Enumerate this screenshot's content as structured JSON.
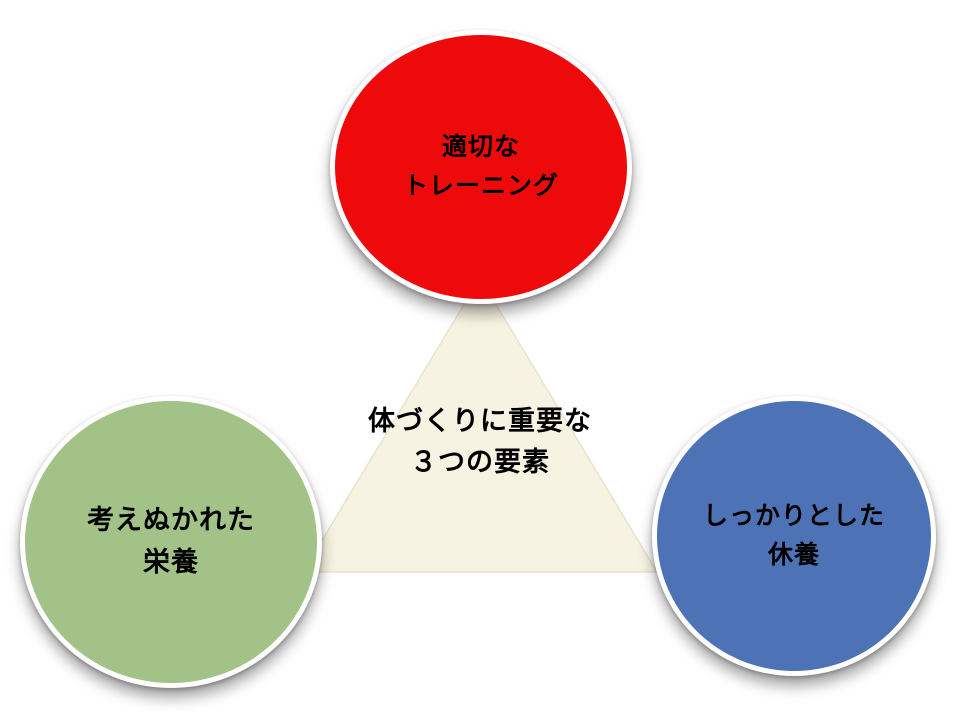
{
  "diagram": {
    "center": {
      "line1": "体づくりに重要な",
      "line2": "３つの要素"
    },
    "triangle": {
      "fill": "#f7f3e2",
      "stroke": "#e8e3cb"
    },
    "nodes": [
      {
        "id": "training",
        "line1": "適切な",
        "line2": "トレーニング",
        "color": "#ee0a0a"
      },
      {
        "id": "nutrition",
        "line1": "考えぬかれた",
        "line2": "栄養",
        "color": "#a3c287"
      },
      {
        "id": "rest",
        "line1": "しっかりとした",
        "line2": "休養",
        "color": "#4d73b6"
      }
    ]
  }
}
